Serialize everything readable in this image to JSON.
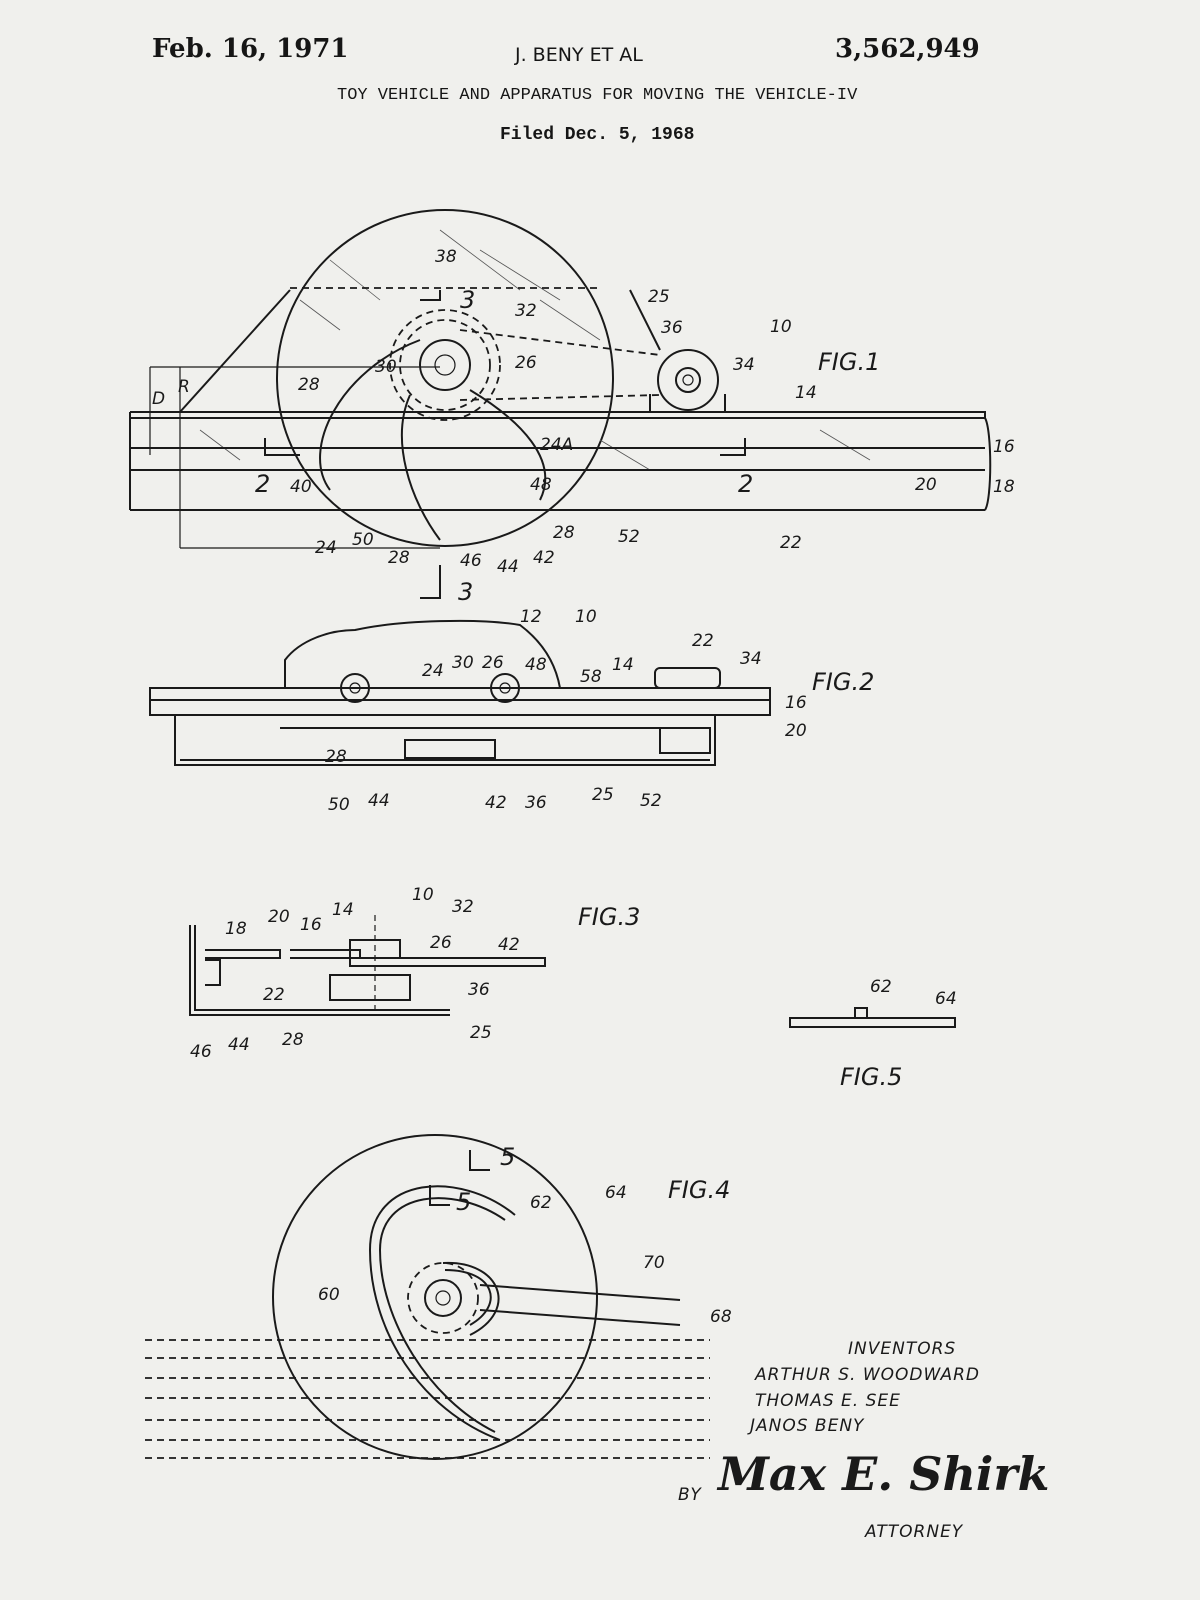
{
  "header": {
    "date": "Feb. 16, 1971",
    "inventor_short": "J. BENY ET AL",
    "patent_number": "3,562,949",
    "title": "TOY VEHICLE AND APPARATUS FOR MOVING THE VEHICLE-IV",
    "filed": "Filed Dec. 5, 1968"
  },
  "fig1": {
    "caption": "FIG.1",
    "labels": [
      "38",
      "3",
      "32",
      "25",
      "36",
      "10",
      "34",
      "14",
      "30",
      "26",
      "28",
      "D",
      "R",
      "24A",
      "16",
      "2",
      "40",
      "48",
      "2",
      "20",
      "18",
      "24",
      "50",
      "28",
      "46",
      "44",
      "42",
      "28",
      "52",
      "22",
      "3"
    ]
  },
  "fig2": {
    "caption": "FIG.2",
    "labels": [
      "12",
      "10",
      "22",
      "34",
      "24",
      "30",
      "26",
      "48",
      "58",
      "14",
      "16",
      "20",
      "28",
      "50",
      "44",
      "42",
      "36",
      "25",
      "52"
    ]
  },
  "fig3": {
    "caption": "FIG.3",
    "labels": [
      "10",
      "32",
      "14",
      "18",
      "20",
      "16",
      "26",
      "42",
      "22",
      "36",
      "46",
      "44",
      "28",
      "25"
    ]
  },
  "fig5": {
    "caption": "FIG.5",
    "labels": [
      "62",
      "64"
    ]
  },
  "fig4": {
    "caption": "FIG.4",
    "labels": [
      "5",
      "5",
      "62",
      "64",
      "70",
      "60",
      "68"
    ]
  },
  "inventors": {
    "heading": "INVENTORS",
    "names": [
      "ARTHUR S. WOODWARD",
      "THOMAS E. SEE",
      "JANOS BENY"
    ]
  },
  "attorney": {
    "by": "BY",
    "signature": "Max E. Shirk",
    "role": "ATTORNEY"
  }
}
